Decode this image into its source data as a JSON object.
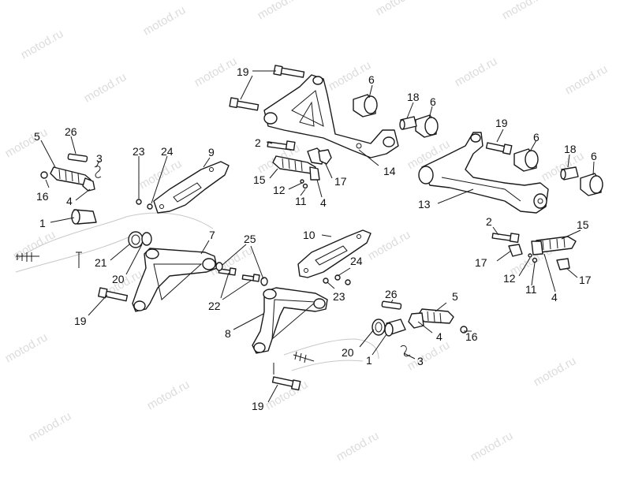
{
  "watermark": {
    "text": "motod.ru"
  },
  "colors": {
    "line": "#1a1a1a",
    "watermark": "#dcdcdc",
    "background": "#ffffff"
  },
  "labels": {
    "l1a": "1",
    "l1b": "1",
    "l2a": "2",
    "l2b": "2",
    "l3a": "3",
    "l3b": "3",
    "l4a": "4",
    "l4b": "4",
    "l4c": "4",
    "l4d": "4",
    "l5a": "5",
    "l5b": "5",
    "l6a": "6",
    "l6b": "6",
    "l6c": "6",
    "l6d": "6",
    "l7": "7",
    "l8": "8",
    "l9": "9",
    "l10": "10",
    "l11a": "11",
    "l11b": "11",
    "l12a": "12",
    "l12b": "12",
    "l13": "13",
    "l14": "14",
    "l15a": "15",
    "l15b": "15",
    "l16a": "16",
    "l16b": "16",
    "l17a": "17",
    "l17b": "17",
    "l17c": "17",
    "l18a": "18",
    "l18b": "18",
    "l19a": "19",
    "l19b": "19",
    "l19c": "19",
    "l19d": "19",
    "l20a": "20",
    "l20b": "20",
    "l21": "21",
    "l22": "22",
    "l23a": "23",
    "l23b": "23",
    "l24a": "24",
    "l24b": "24",
    "l25": "25",
    "l26a": "26",
    "l26b": "26"
  }
}
